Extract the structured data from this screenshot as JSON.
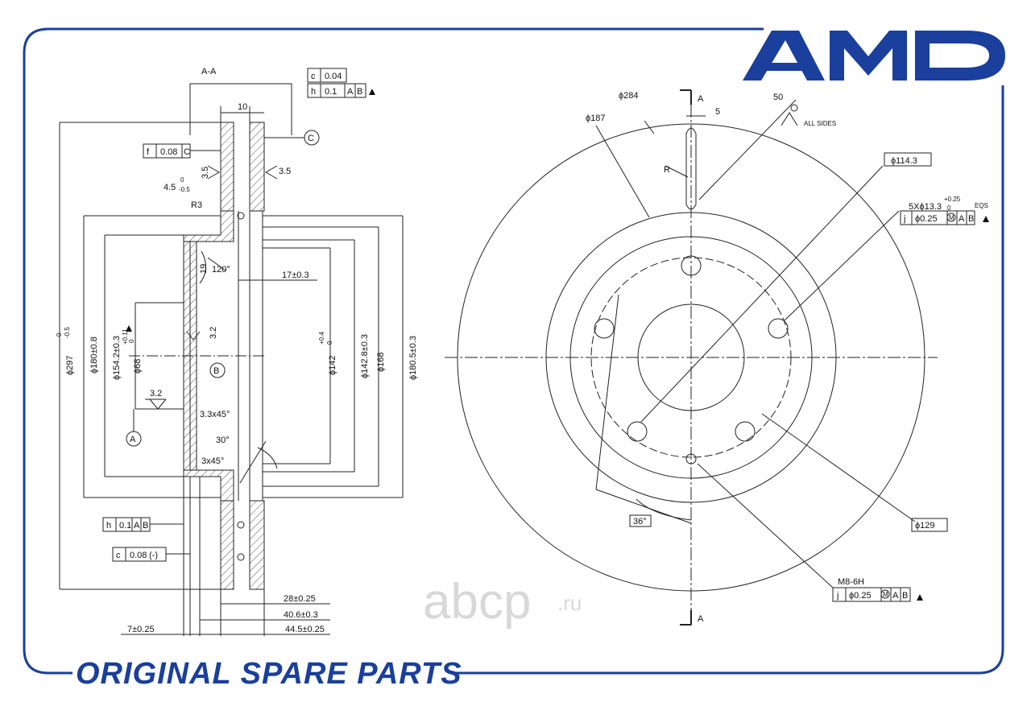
{
  "brand": {
    "logo": "AMD",
    "tagline": "ORIGINAL SPARE PARTS",
    "watermark": "abcp",
    "watermark_suffix": ".ru",
    "brand_color": "#1a3f9c"
  },
  "section_view": {
    "title": "A-A",
    "frame_c": [
      "c",
      "0.04"
    ],
    "frame_h_top": [
      "h",
      "0.1",
      "A",
      "B"
    ],
    "datum_c": "C",
    "dim_10": "10",
    "frame_f": [
      "f",
      "0.08",
      "C"
    ],
    "rough_35_left": "3.5",
    "rough_35_right": "3.5",
    "dim_45_main": "4.5",
    "dim_45_up": "0",
    "dim_45_low": "-0.5",
    "radius_r3": "R3",
    "dim_19": "19",
    "angle_120": "120°",
    "dim_17": "17±0.3",
    "rough_32_a": "3.2",
    "datum_b": "B",
    "rough_32_b": "3.2",
    "chamfer_33": "3.3x45°",
    "datum_a": "A",
    "angle_30": "30°",
    "chamfer_3": "3x45°",
    "dia_2975": "ϕ297",
    "dia_2975_tol_up": "0",
    "dia_2975_tol_low": "-0.5",
    "dia_180": "ϕ180±0.8",
    "dia_1542": "ϕ154.2±0.3",
    "dia_68": "ϕ68",
    "dia_68_up": "+0.11",
    "dia_68_low": "0",
    "dia_142": "ϕ142",
    "dia_142_up": "+0.4",
    "dia_142_low": "0",
    "dia_1428": "ϕ142.8±0.3",
    "dia_168": "ϕ168",
    "dia_1805": "ϕ180.5±0.3",
    "frame_h_bottom": [
      "h",
      "0.1",
      "A",
      "B"
    ],
    "frame_c_bottom": [
      "c",
      "0.08",
      "(-)"
    ],
    "dim_28": "28±0.25",
    "dim_406": "40.6±0.3",
    "dim_445": "44.5±0.25",
    "dim_7": "7±0.25"
  },
  "front_view": {
    "section_mark_top": "A",
    "section_mark_bottom": "A",
    "dia_284": "ϕ284",
    "dia_187": "ϕ187",
    "dim_5": "5",
    "dim_50": "50",
    "all_sides": "ALL SIDES",
    "radius_r": "R",
    "dia_1143": "ϕ114.3",
    "holes": "5Xϕ13.3",
    "holes_up": "+0.25",
    "holes_low": "0",
    "eqs": "EQS",
    "frame_j_top": [
      "j",
      "ϕ0.25",
      "M",
      "A",
      "B"
    ],
    "angle_36": "36°",
    "dia_129": "ϕ129",
    "thread": "M8-6H",
    "frame_j_bottom": [
      "j",
      "ϕ0.25",
      "M",
      "A",
      "B"
    ]
  }
}
